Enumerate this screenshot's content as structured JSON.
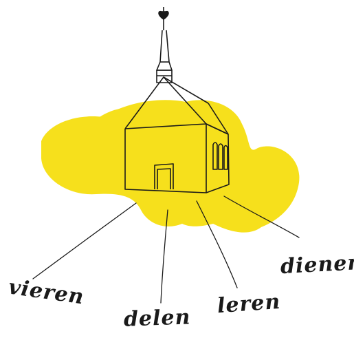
{
  "words": {
    "vieren": "vieren",
    "delen": "delen",
    "leren": "leren",
    "dienen": "dienen"
  },
  "colors": {
    "highlight": "#f6e01c",
    "ink": "#1a1a1a",
    "background": "#ffffff"
  },
  "icons": {
    "weathervane": "heart-weathervane-icon",
    "church": "church-icon"
  }
}
